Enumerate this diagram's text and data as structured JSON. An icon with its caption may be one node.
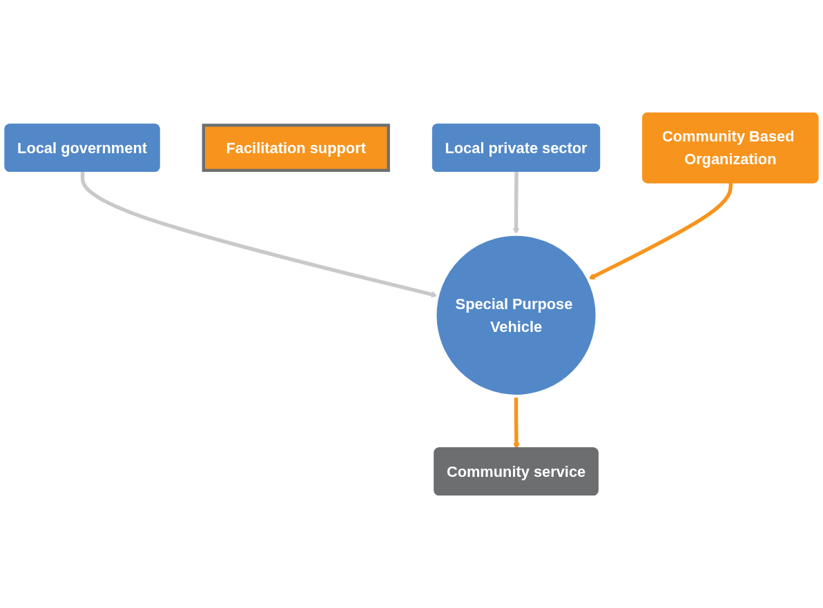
{
  "diagram": {
    "nodes": [
      {
        "text": [
          "Local private sector"
        ]
      },
      {
        "text": [
          "Facilitation support"
        ]
      },
      {
        "text": [
          "Local government"
        ]
      },
      {
        "text": [
          "Community Based Organization"
        ]
      },
      {
        "text": [
          "Special Purpose Vehicle"
        ]
      },
      {
        "text": [
          "Community service"
        ]
      }
    ],
    "edges": [
      {
        "from": 2,
        "to": 4,
        "arrow": "to"
      },
      {
        "from": 0,
        "to": 4,
        "arrow": "to"
      },
      {
        "from": 3,
        "to": 4,
        "arrow": "to",
        "color": "#f7941d"
      },
      {
        "from": 4,
        "to": 5,
        "arrow": "to",
        "color": "#f7941d"
      }
    ]
  }
}
